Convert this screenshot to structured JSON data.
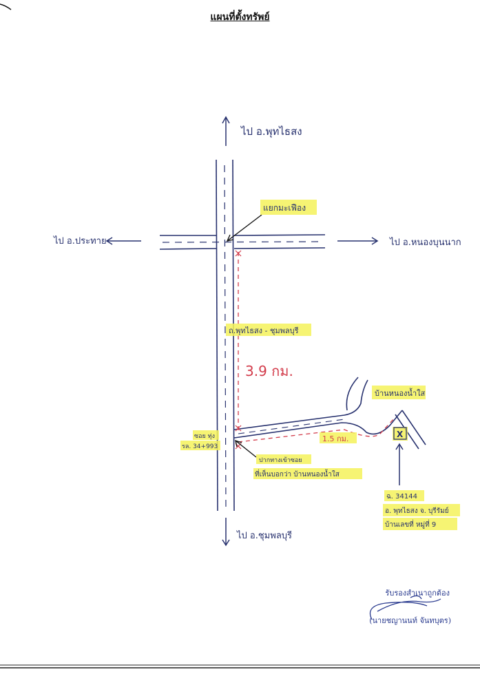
{
  "title": "แผนที่ตั้งทรัพย์",
  "labels": {
    "to_north": "ไป อ.พุทไธสง",
    "to_west": "ไป อ.ประทาย",
    "to_east": "ไป อ.หนองบุนนาก",
    "to_south": "ไป อ.ชุมพลบุรี",
    "junction": "แยกมะเฟือง",
    "road_name": "ถ.พุทไธสง - ชุมพลบุรี",
    "distance_main": "3.9 กม.",
    "village": "บ้านหนองน้ำใส",
    "side_road_code": "ซอย ทุ่ง",
    "side_road_ref": "รล. 34+993",
    "branch_note_1": "ปากทางเข้าซอย",
    "branch_note_2": "ที่เห็นบอกว่า บ้านหนองน้ำใส",
    "distance_branch": "1.5 กม.",
    "plot_marker": "X",
    "property_line_1": "ฉ. 34144",
    "property_line_2": "อ. พุทไธสง จ. บุรีรัมย์",
    "property_line_3": "บ้านเลขที่ หมู่ที่ 9"
  },
  "footer": {
    "certified": "รับรองสำเนาถูกต้อง",
    "signer": "(นายชญานนท์  จันทบุตร)"
  },
  "colors": {
    "ink": "#27316e",
    "red_ink": "#d23b4a",
    "highlight": "#f4f25a"
  }
}
